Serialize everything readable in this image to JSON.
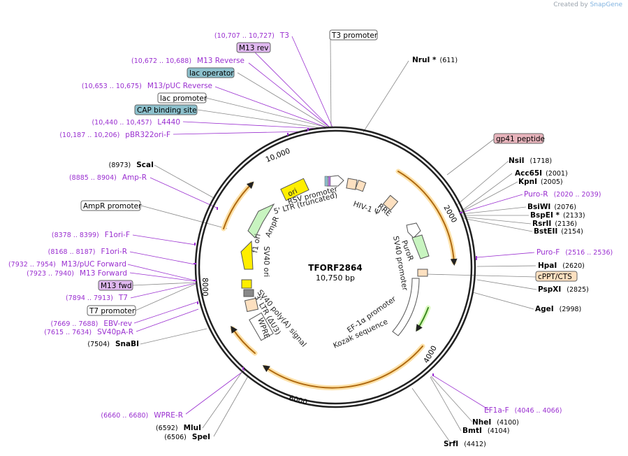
{
  "brand": {
    "created_by": "Created by",
    "name": "SnapGene"
  },
  "plasmid": {
    "name": "TFORF2864",
    "length": "10,750 bp"
  },
  "ticks": [
    "10,000",
    "2000",
    "4000",
    "6000",
    "8000"
  ],
  "enzymes_right": [
    {
      "name": "NruI *",
      "pos": "(611)"
    },
    {
      "name": "NsiI",
      "pos": "(1718)"
    },
    {
      "name": "Acc65I",
      "pos": "(2001)"
    },
    {
      "name": "KpnI",
      "pos": "(2005)"
    },
    {
      "name": "BsiWI",
      "pos": "(2076)"
    },
    {
      "name": "BspEI *",
      "pos": "(2133)"
    },
    {
      "name": "RsrII",
      "pos": "(2136)"
    },
    {
      "name": "BstEII",
      "pos": "(2154)"
    },
    {
      "name": "HpaI",
      "pos": "(2620)"
    },
    {
      "name": "PspXI",
      "pos": "(2825)"
    },
    {
      "name": "AgeI",
      "pos": "(2998)"
    },
    {
      "name": "NheI",
      "pos": "(4100)"
    },
    {
      "name": "BmtI",
      "pos": "(4104)"
    },
    {
      "name": "SrfI",
      "pos": "(4412)"
    }
  ],
  "enzymes_left": [
    {
      "name": "ScaI",
      "pos": "(8973)"
    },
    {
      "name": "SnaBI",
      "pos": "(7504)"
    },
    {
      "name": "MluI",
      "pos": "(6592)"
    },
    {
      "name": "SpeI",
      "pos": "(6506)"
    }
  ],
  "primers_right": [
    {
      "name": "Puro-R",
      "pos": "(2020 .. 2039)"
    },
    {
      "name": "Puro-F",
      "pos": "(2516 .. 2536)"
    },
    {
      "name": "EF1a-F",
      "pos": "(4046 .. 4066)"
    }
  ],
  "primers_left": [
    {
      "name": "T3",
      "pos": "(10,707 .. 10,727)"
    },
    {
      "name": "M13 Reverse",
      "pos": "(10,672 .. 10,688)"
    },
    {
      "name": "M13/pUC Reverse",
      "pos": "(10,653 .. 10,675)"
    },
    {
      "name": "L4440",
      "pos": "(10,440 .. 10,457)"
    },
    {
      "name": "pBR322ori-F",
      "pos": "(10,187 .. 10,206)"
    },
    {
      "name": "Amp-R",
      "pos": "(8885 .. 8904)"
    },
    {
      "name": "F1ori-F",
      "pos": "(8378 .. 8399)"
    },
    {
      "name": "F1ori-R",
      "pos": "(8168 .. 8187)"
    },
    {
      "name": "M13/pUC Forward",
      "pos": "(7932 .. 7954)"
    },
    {
      "name": "M13 Forward",
      "pos": "(7923 .. 7940)"
    },
    {
      "name": "T7",
      "pos": "(7894 .. 7913)"
    },
    {
      "name": "EBV-rev",
      "pos": "(7669 .. 7688)"
    },
    {
      "name": "SV40pA-R",
      "pos": "(7615 .. 7634)"
    },
    {
      "name": "WPRE-R",
      "pos": "(6660 .. 6680)"
    }
  ],
  "boxed_labels": [
    {
      "name": "T3 promoter",
      "style": "plain"
    },
    {
      "name": "M13 rev",
      "style": "primer"
    },
    {
      "name": "lac operator",
      "style": "teal"
    },
    {
      "name": "lac promoter",
      "style": "plain"
    },
    {
      "name": "CAP binding site",
      "style": "teal"
    },
    {
      "name": "gp41 peptide",
      "style": "pink"
    },
    {
      "name": "cPPT/CTS",
      "style": "peach"
    },
    {
      "name": "AmpR promoter",
      "style": "plain"
    },
    {
      "name": "M13 fwd",
      "style": "primer"
    },
    {
      "name": "T7 promoter",
      "style": "plain"
    }
  ],
  "features": {
    "rsv": "RSV promoter",
    "ltr5": "5' LTR (truncated)",
    "hiv": "HIV-1 Ψ",
    "rre": "RRE",
    "puror": "PuroR",
    "sv40p": "SV40 promoter",
    "ef1a": "EF-1α promoter",
    "kozak": "Kozak sequence",
    "sv40pa": "SV40 poly(A) signal",
    "ltr3": "3' LTR (ΔU3)",
    "wpre": "WPRE",
    "sv40ori": "SV40 ori",
    "f1ori": "f1 ori",
    "ampr": "AmpR",
    "ori": "ori"
  },
  "colors": {
    "primer": "#9a2fd0",
    "orf_orange": "#f0a030",
    "teal": "#8cc0cc",
    "pink": "#e8b4bc",
    "peach": "#fde0c0",
    "yellow": "#ffee00",
    "green": "#b8f0b0",
    "backbone": "#222222"
  }
}
